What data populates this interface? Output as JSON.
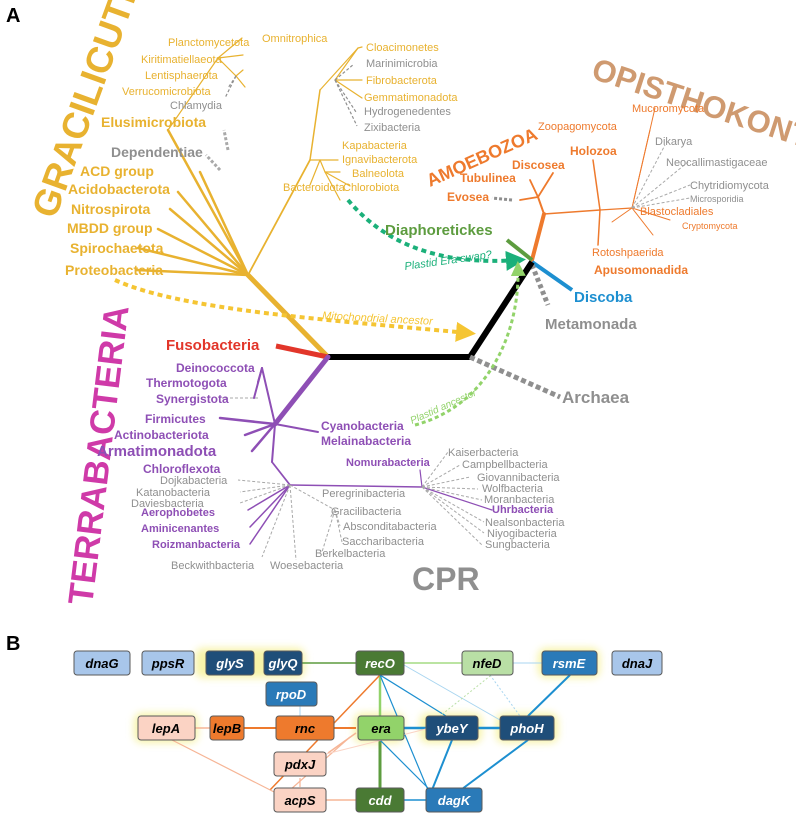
{
  "panels": {
    "a": "A",
    "b": "B"
  },
  "clades": {
    "gracilicutes": "GRACILICUTES",
    "terrabacteria": "TERRABACTERIA",
    "opisthokonta": "OPISTHOKONTA",
    "amoebozoa": "AMOEBOZOA",
    "cpr": "CPR",
    "diaphoretickes": "Diaphoretickes",
    "discoba": "Discoba",
    "metamonada": "Metamonada",
    "archaea": "Archaea",
    "fusobacteria": "Fusobacteria"
  },
  "gracilicutes_taxa": {
    "planctomycetota": "Planctomycetota",
    "omnitrophica": "Omnitrophica",
    "kiritimatiellaeota": "Kiritimatiellaeota",
    "lentisphaerota": "Lentisphaerota",
    "verrucomicrobiota": "Verrucomicrobiota",
    "chlamydia": "Chlamydia",
    "elusimicrobiota": "Elusimicrobiota",
    "dependentiae": "Dependentiae",
    "acd": "ACD group",
    "acidobacterota": "Acidobacterota",
    "nitrospirota": "Nitrospirota",
    "mbdd": "MBDD group",
    "spirochaetota": "Spirochaetota",
    "proteobacteria": "Proteobacteria",
    "cloacimonetes": "Cloacimonetes",
    "marinimicrobia": "Marinimicrobia",
    "fibrobacterota": "Fibrobacterota",
    "gemmatimonadota": "Gemmatimonadota",
    "hydrogenedentes": "Hydrogenedentes",
    "zixibacteria": "Zixibacteria",
    "kapabacteria": "Kapabacteria",
    "ignavibacterota": "Ignavibacterota",
    "balneolota": "Balneolota",
    "chlorobiota": "Chlorobiota",
    "bacteroidota": "Bacteroidota"
  },
  "eukaryote_taxa": {
    "mucoromycota": "Mucoromycota",
    "zoopagomycota": "Zoopagomycota",
    "dikarya": "Dikarya",
    "neocallimastigaceae": "Neocallimastigaceae",
    "chytridiomycota": "Chytridiomycota",
    "microsporidia": "Microsporidia",
    "cryptomycota": "Cryptomycota",
    "blastocladiales": "Blastocladiales",
    "rotoshpaerida": "Rotoshpaerida",
    "apusomonadida": "Apusomonadida",
    "holozoa": "Holozoa",
    "discosea": "Discosea",
    "tubulinea": "Tubulinea",
    "evosea": "Evosea"
  },
  "terrabacteria_taxa": {
    "deinococcota": "Deinococcota",
    "thermotogota": "Thermotogota",
    "synergistota": "Synergistota",
    "firmicutes": "Firmicutes",
    "actinobacteriota": "Actinobacteriota",
    "armatimonadota": "Armatimonadota",
    "chloroflexota": "Chloroflexota",
    "cyanobacteria": "Cyanobacteria",
    "melainabacteria": "Melainabacteria"
  },
  "cpr_taxa": {
    "dojkabacteria": "Dojkabacteria",
    "katanobacteria": "Katanobacteria",
    "daviesbacteria": "Daviesbacteria",
    "aerophobetes": "Aerophobetes",
    "aminicenantes": "Aminicenantes",
    "roizmanbacteria": "Roizmanbacteria",
    "beckwithbacteria": "Beckwithbacteria",
    "woesebacteria": "Woesebacteria",
    "berkelbacteria": "Berkelbacteria",
    "saccharibacteria": "Saccharibacteria",
    "absconditabacteria": "Absconditabacteria",
    "gracilibacteria": "Gracilibacteria",
    "peregrinibacteria": "Peregrinibacteria",
    "nomurabacteria": "Nomurabacteria",
    "kaiserbacteria": "Kaiserbacteria",
    "campbellbacteria": "Campbellbacteria",
    "giovannibacteria": "Giovannibacteria",
    "wolfbacteria": "Wolfbacteria",
    "moranbacteria": "Moranbacteria",
    "uhrbacteria": "Uhrbacteria",
    "nealsonbacteria": "Nealsonbacteria",
    "niyogibacteria": "Niyogibacteria",
    "sungbacteria": "Sungbacteria"
  },
  "transfers": {
    "mitochondrial": "Mitochondrial  ancestor",
    "plastid": "Plastid  ancestor",
    "era_swap": "Plastid Era swap?"
  },
  "genes": {
    "dnaG": "dnaG",
    "ppsR": "ppsR",
    "glyS": "glyS",
    "glyQ": "glyQ",
    "recO": "recO",
    "nfeD": "nfeD",
    "rsmE": "rsmE",
    "dnaJ": "dnaJ",
    "rpoD": "rpoD",
    "lepA": "lepA",
    "lepB": "lepB",
    "rnc": "rnc",
    "era": "era",
    "ybeY": "ybeY",
    "phoH": "phoH",
    "pdxJ": "pdxJ",
    "acpS": "acpS",
    "cdd": "cdd",
    "dagK": "dagK"
  },
  "colors": {
    "gracilicutes": "#e8b230",
    "terrabacteria": "#8e4fb5",
    "opisthokonta": "#cf9a70",
    "amoebozoa": "#ee7a2d",
    "cpr_gray": "#8f8f8f",
    "fusobacteria": "#e2362a",
    "diaphoretickes": "#5d9c3f",
    "discoba": "#1d8fd0",
    "trunk": "#000000",
    "plastid_swap": "#1bb07a",
    "plastid_ancestor": "#92d36a",
    "mito": "#f5c533",
    "terrabacteria_title": "#cf3aa8"
  }
}
